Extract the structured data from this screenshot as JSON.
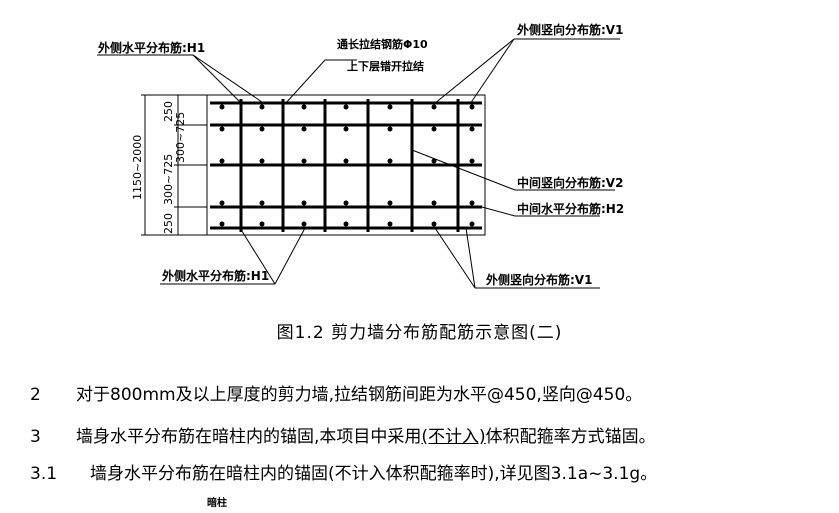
{
  "diagram": {
    "labels": {
      "outer_h_top": "外侧水平分布筋:H1",
      "tie_line1": "通长拉结钢筋Φ10",
      "tie_line2": "上下层错开拉结",
      "outer_v_top": "外侧竖向分布筋:V1",
      "mid_v": "中间竖向分布筋:V2",
      "mid_h": "中间水平分布筋:H2",
      "outer_h_bottom": "外侧水平分布筋:H1",
      "outer_v_bottom": "外侧竖向分布筋:V1"
    },
    "dims": {
      "total": "1150~2000",
      "top_edge": "250",
      "spacing_top": "300~725",
      "spacing_bottom": "300~725",
      "bottom_edge": "250"
    }
  },
  "caption": "图1.2 剪力墙分布筋配筋示意图(二)",
  "notes": [
    {
      "num": "2",
      "text": "对于800mm及以上厚度的剪力墙,拉结钢筋间距为水平@450,竖向@450。"
    },
    {
      "num": "3",
      "pre": "墙身水平分布筋在暗柱内的锚固,本项目中采用",
      "underlined": "(不计入)",
      "post": "体积配箍率方式锚固。"
    },
    {
      "num": "3.1",
      "text": "墙身水平分布筋在暗柱内的锚固(不计入体积配箍率时),详见图3.1a~3.1g。"
    }
  ],
  "sub_label": "暗柱"
}
